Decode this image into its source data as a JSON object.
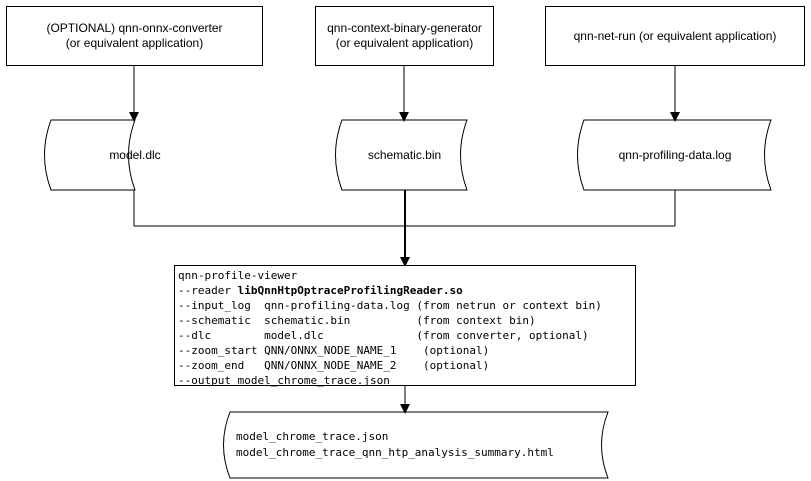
{
  "tools": {
    "converter": {
      "line1": "(OPTIONAL) qnn-onnx-converter",
      "line2": "(or equivalent application)"
    },
    "context_gen": {
      "line1": "qnn-context-binary-generator",
      "line2": "(or equivalent application)"
    },
    "net_run": {
      "line1": "qnn-net-run (or equivalent application)"
    }
  },
  "files": {
    "model_dlc": "model.dlc",
    "schematic_bin": "schematic.bin",
    "profiling_log": "qnn-profiling-data.log"
  },
  "command": {
    "line1": "qnn-profile-viewer",
    "reader_flag": "--reader ",
    "reader_value": "libQnnHtpOptraceProfilingReader.so",
    "line3": "--input_log  qnn-profiling-data.log (from netrun or context bin)",
    "line4": "--schematic  schematic.bin          (from context bin)",
    "line5": "--dlc        model.dlc              (from converter, optional)",
    "line6": "--zoom_start QNN/ONNX_NODE_NAME_1    (optional)",
    "line7": "--zoom_end   QNN/ONNX_NODE_NAME_2    (optional)",
    "line8": "--output model_chrome_trace.json"
  },
  "outputs": {
    "line1": "model_chrome_trace.json",
    "line2": "model_chrome_trace_qnn_htp_analysis_summary.html"
  }
}
